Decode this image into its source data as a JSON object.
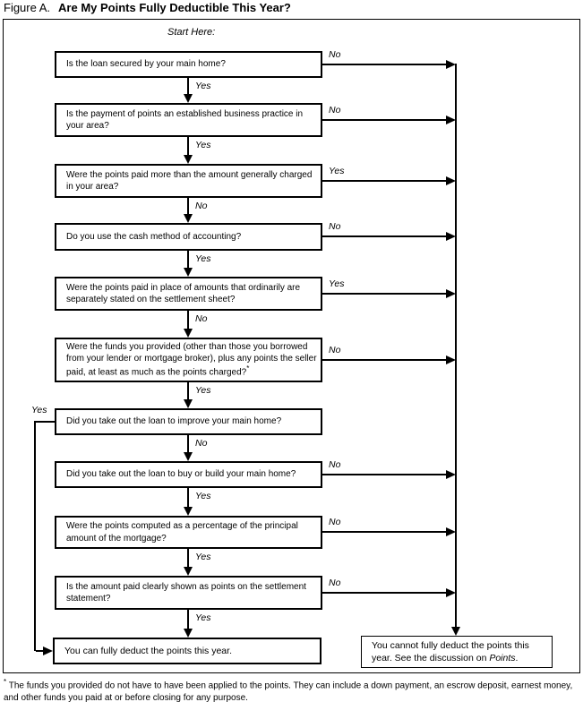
{
  "title": {
    "figure_label": "Figure A.",
    "text": "Are My Points Fully Deductible This Year?"
  },
  "start_label": "Start Here:",
  "questions": [
    {
      "text": "Is the loan secured by your main home?",
      "right_label": "No",
      "down_label": "Yes"
    },
    {
      "text": "Is the payment of points an established business practice in your area?",
      "right_label": "No",
      "down_label": "Yes"
    },
    {
      "text": "Were the points paid more than the amount generally charged in your area?",
      "right_label": "Yes",
      "down_label": "No"
    },
    {
      "text": "Do you use the cash method of accounting?",
      "right_label": "No",
      "down_label": "Yes"
    },
    {
      "text": "Were the points paid in place of amounts that ordinarily are separately stated on the settlement sheet?",
      "right_label": "Yes",
      "down_label": "No"
    },
    {
      "text": "Were the funds you provided (other than those you borrowed from your lender or mortgage broker), plus any points the seller paid, at least as much as the points charged?",
      "footnote_marker": "*",
      "right_label": "No",
      "down_label": "Yes"
    },
    {
      "text": "Did you take out the loan to improve your main home?",
      "left_label": "Yes",
      "down_label": "No"
    },
    {
      "text": "Did you take out the loan to buy or build your main home?",
      "right_label": "No",
      "down_label": "Yes"
    },
    {
      "text": "Were the points computed as a percentage of the principal amount of the mortgage?",
      "right_label": "No",
      "down_label": "Yes"
    },
    {
      "text": "Is the amount paid clearly shown as points on the settlement statement?",
      "right_label": "No",
      "down_label": "Yes"
    }
  ],
  "results": {
    "deductible": "You can fully deduct the points this year.",
    "not_deductible_prefix": "You cannot fully deduct the points this year. See the discussion on ",
    "not_deductible_term": "Points",
    "not_deductible_suffix": "."
  },
  "footnote": {
    "marker": "*",
    "text": "The funds you provided do not have to have been applied to the points. They can include a down payment, an escrow deposit, earnest money, and other funds you paid at or before closing for any purpose."
  }
}
